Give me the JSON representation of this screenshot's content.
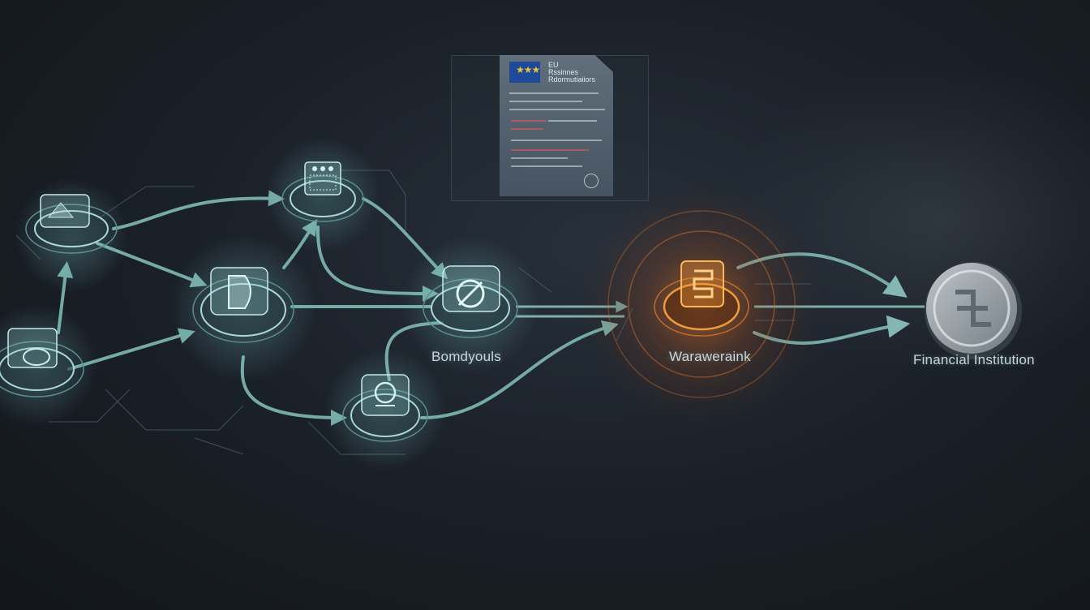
{
  "diagram": {
    "labels": {
      "node_center": "Bomdyouls",
      "node_highlight": "Warawerаink",
      "node_end": "Financial Institution"
    },
    "document": {
      "title_line1": "EU",
      "title_line2": "Rssinnes",
      "title_line3": "Rdormutiaiiors"
    },
    "colors": {
      "background": "#171c22",
      "flow": "#7fb9b3",
      "node_glass": "#a8d8d8",
      "highlight": "#f08a2a",
      "end_node": "#b9c2c8"
    }
  }
}
